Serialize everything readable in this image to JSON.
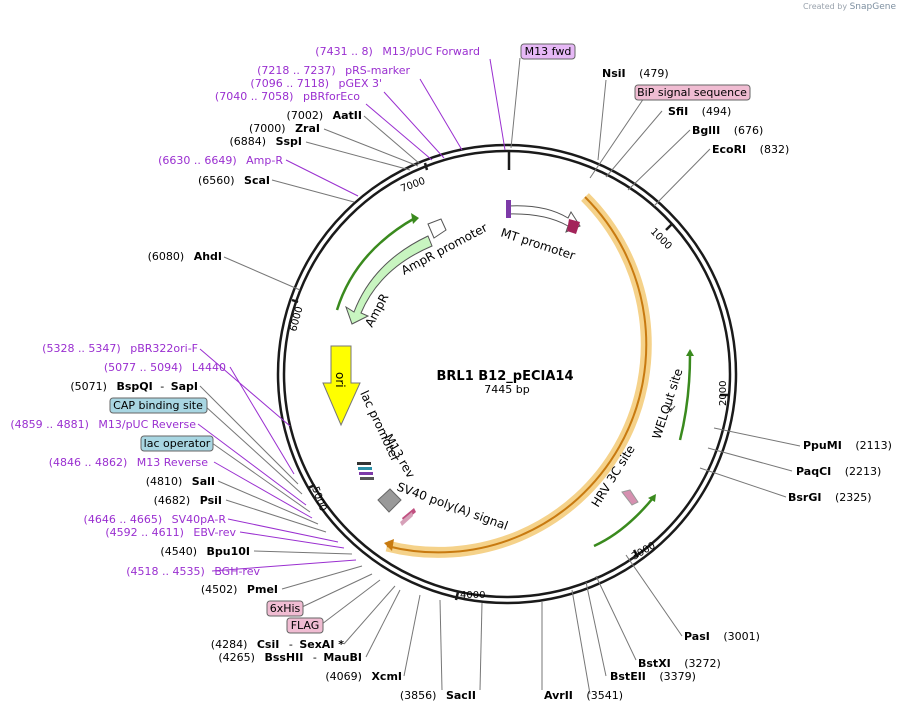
{
  "brand": {
    "prefix": "Created by",
    "name": "SnapGene"
  },
  "plasmid": {
    "name": "BRL1 B12_pECIA14",
    "length": "7445 bp"
  },
  "ticks": [
    "1000",
    "2000",
    "3000",
    "4000",
    "5000",
    "6000",
    "7000"
  ],
  "features": {
    "mt_promoter": "MT promoter",
    "ampr_promoter": "AmpR promoter",
    "ampr": "AmpR",
    "ori": "ori",
    "lac_promoter": "lac promoter",
    "m13_rev": "M13 rev",
    "sv40": "SV40 poly(A) signal",
    "welqut": "WELQut site",
    "hrv3c": "HRV 3C site"
  },
  "left_labels": [
    {
      "pos": "(7431 .. 8)",
      "name": "M13/pUC Forward",
      "kind": "primer"
    },
    {
      "pos": "(7218 .. 7237)",
      "name": "pRS-marker",
      "kind": "primer"
    },
    {
      "pos": "(7096 .. 7118)",
      "name": "pGEX 3'",
      "kind": "primer"
    },
    {
      "pos": "(7040 .. 7058)",
      "name": "pBRforEco",
      "kind": "primer"
    },
    {
      "pos": "(7002)",
      "name": "AatII",
      "kind": "enzyme"
    },
    {
      "pos": "(7000)",
      "name": "ZraI",
      "kind": "enzyme"
    },
    {
      "pos": "(6884)",
      "name": "SspI",
      "kind": "enzyme"
    },
    {
      "pos": "(6630 .. 6649)",
      "name": "Amp-R",
      "kind": "primer"
    },
    {
      "pos": "(6560)",
      "name": "ScaI",
      "kind": "enzyme"
    },
    {
      "pos": "(6080)",
      "name": "AhdI",
      "kind": "enzyme"
    },
    {
      "pos": "(5328 .. 5347)",
      "name": "pBR322ori-F",
      "kind": "primer"
    },
    {
      "pos": "(5077 .. 5094)",
      "name": "L4440",
      "kind": "primer"
    },
    {
      "pos": "(5071)",
      "name": "BspQI",
      "name2": "SapI",
      "kind": "enzyme"
    },
    {
      "pos": "(4859 .. 4881)",
      "name": "M13/pUC Reverse",
      "kind": "primer"
    },
    {
      "pos": "(4846 .. 4862)",
      "name": "M13 Reverse",
      "kind": "primer"
    },
    {
      "pos": "(4810)",
      "name": "SalI",
      "kind": "enzyme"
    },
    {
      "pos": "(4682)",
      "name": "PsiI",
      "kind": "enzyme"
    },
    {
      "pos": "(4646 .. 4665)",
      "name": "SV40pA-R",
      "kind": "primer"
    },
    {
      "pos": "(4592 .. 4611)",
      "name": "EBV-rev",
      "kind": "primer"
    },
    {
      "pos": "(4540)",
      "name": "Bpu10I",
      "kind": "enzyme"
    },
    {
      "pos": "(4518 .. 4535)",
      "name": "BGH-rev",
      "kind": "primer"
    },
    {
      "pos": "(4502)",
      "name": "PmeI",
      "kind": "enzyme"
    },
    {
      "pos": "(4284)",
      "name": "CsiI",
      "name2": "SexAI *",
      "kind": "enzyme"
    },
    {
      "pos": "(4265)",
      "name": "BssHII",
      "name2": "MauBI",
      "kind": "enzyme"
    },
    {
      "pos": "(4069)",
      "name": "XcmI",
      "kind": "enzyme"
    },
    {
      "pos": "(3856)",
      "name": "SacII",
      "kind": "enzyme"
    }
  ],
  "right_labels": [
    {
      "name": "NsiI",
      "pos": "(479)"
    },
    {
      "name": "SfiI",
      "pos": "(494)"
    },
    {
      "name": "BglII",
      "pos": "(676)"
    },
    {
      "name": "EcoRI",
      "pos": "(832)"
    },
    {
      "name": "PpuMI",
      "pos": "(2113)"
    },
    {
      "name": "PaqCI",
      "pos": "(2213)"
    },
    {
      "name": "BsrGI",
      "pos": "(2325)"
    },
    {
      "name": "PasI",
      "pos": "(3001)"
    },
    {
      "name": "BstXI",
      "pos": "(3272)"
    },
    {
      "name": "BstEII",
      "pos": "(3379)"
    },
    {
      "name": "AvrII",
      "pos": "(3541)"
    }
  ],
  "boxes": {
    "m13_fwd": "M13 fwd",
    "bip": "BiP signal sequence",
    "cap": "CAP binding site",
    "lac_op": "lac operator",
    "his": "6xHis",
    "flag": "FLAG"
  },
  "colors": {
    "backbone": "#1a1a1a",
    "primer": "#9a2fd0",
    "orf_highlight": "#f5d28a",
    "orf_line": "#c87a10",
    "ampr_fill": "#c8f5c0",
    "ori_fill": "#ffff00",
    "box_pink": "#f0bcd2",
    "box_purple": "#e6b8f6",
    "box_cyan": "#a8d6e2"
  }
}
